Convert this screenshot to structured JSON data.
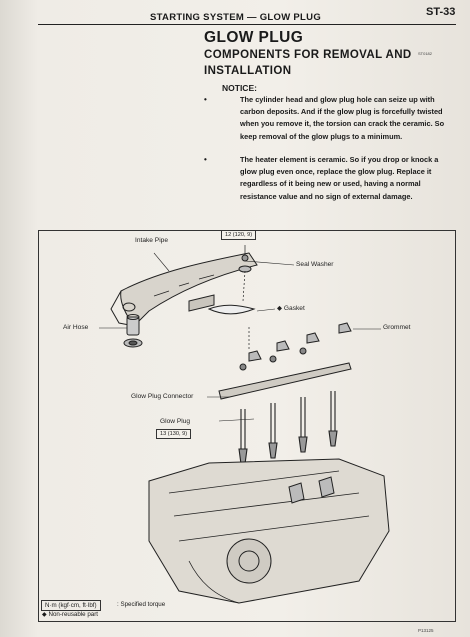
{
  "header": {
    "section_title": "STARTING SYSTEM — GLOW PLUG",
    "page_number": "ST-33"
  },
  "content": {
    "title": "GLOW PLUG",
    "subtitle": "COMPONENTS FOR REMOVAL AND INSTALLATION",
    "image_code": "ST0182",
    "notice_label": "NOTICE:",
    "bullets": [
      "The cylinder head and glow plug hole can seize up with carbon deposits. And if the glow plug is forcefully twisted when you remove it, the torsion can crack the ceramic. So keep removal of the glow plugs to a minimum.",
      "The heater element is ceramic. So if you drop or knock a glow plug even once, replace the glow plug. Replace it regardless of it being new or used, having a normal resistance value and no sign of external damage."
    ]
  },
  "diagram": {
    "torque_top": "12 (120, 9)",
    "torque_glow_plug": "13 (130, 9)",
    "labels": {
      "intake_pipe": "Intake Pipe",
      "seal_washer": "Seal Washer",
      "gasket": "◆ Gasket",
      "air_hose": "Air Hose",
      "grommet": "Grommet",
      "glow_plug_connector": "Glow Plug Connector",
      "glow_plug": "Glow Plug"
    }
  },
  "legend": {
    "torque_box": "N·m (kgf·cm, ft·lbf)",
    "torque_desc": ": Specified torque",
    "nonreusable": "◆ Non-reusable part"
  },
  "figure_code": "P13125"
}
